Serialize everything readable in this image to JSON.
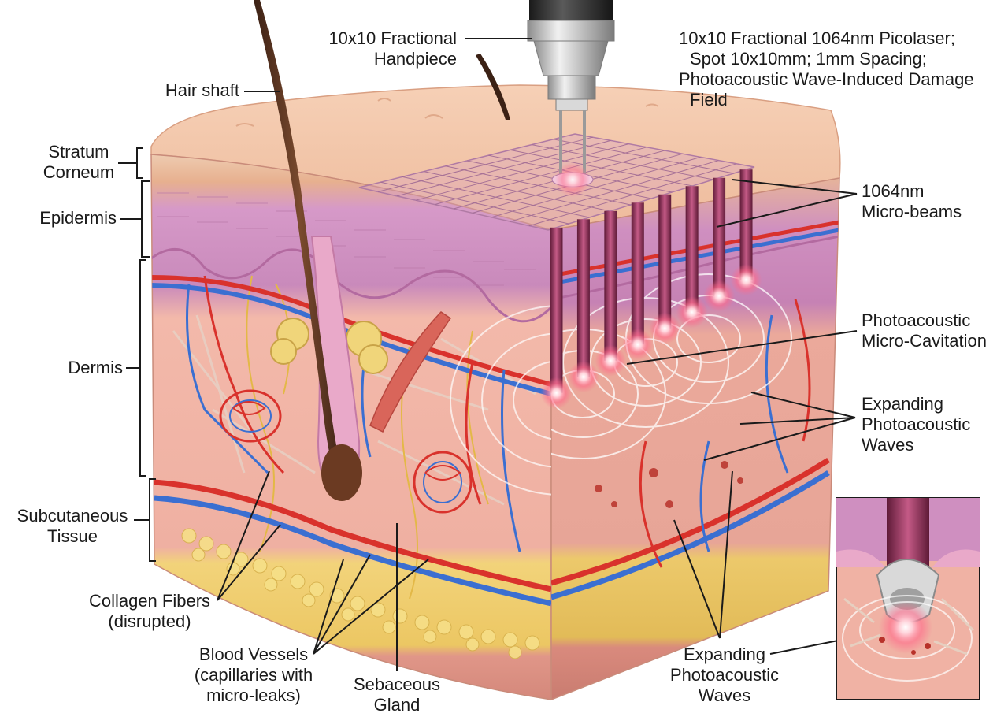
{
  "labels": {
    "handpiece": [
      "10x10 Fractional",
      "Handpiece"
    ],
    "spec": [
      "10x10 Fractional 1064nm Picolaser;",
      "Spot 10x10mm; 1mm Spacing;",
      "Photoacoustic Wave-Induced Damage",
      "Field"
    ],
    "hair_shaft": "Hair shaft",
    "stratum_corneum": [
      "Stratum",
      "Corneum"
    ],
    "epidermis": "Epidermis",
    "dermis": "Dermis",
    "subcutaneous": [
      "Subcutaneous",
      "Tissue"
    ],
    "collagen": [
      "Collagen Fibers",
      "(disrupted)"
    ],
    "blood_vessels": [
      "Blood Vessels",
      "(capillaries with",
      "micro-leaks)"
    ],
    "sebaceous": [
      "Sebaceous",
      "Gland"
    ],
    "micro_beams": [
      "1064nm",
      "Micro-beams"
    ],
    "cavitation": [
      "Photoacoustic",
      "Micro-Cavitation"
    ],
    "waves_right": [
      "Expanding",
      "Photoacoustic",
      "Waves"
    ],
    "waves_bottom": [
      "Expanding",
      "Photoacoustic",
      "Waves"
    ]
  },
  "colors": {
    "skin": "#f2bfa2",
    "epidermis": "#d89ac9",
    "dermis": "#f0b2a4",
    "fat": "#f3d777",
    "muscle": "#d98a80",
    "artery": "#d9322c",
    "vein": "#3b6fd1",
    "beam": "#8a2a52",
    "glow": "#ff6a8a"
  }
}
